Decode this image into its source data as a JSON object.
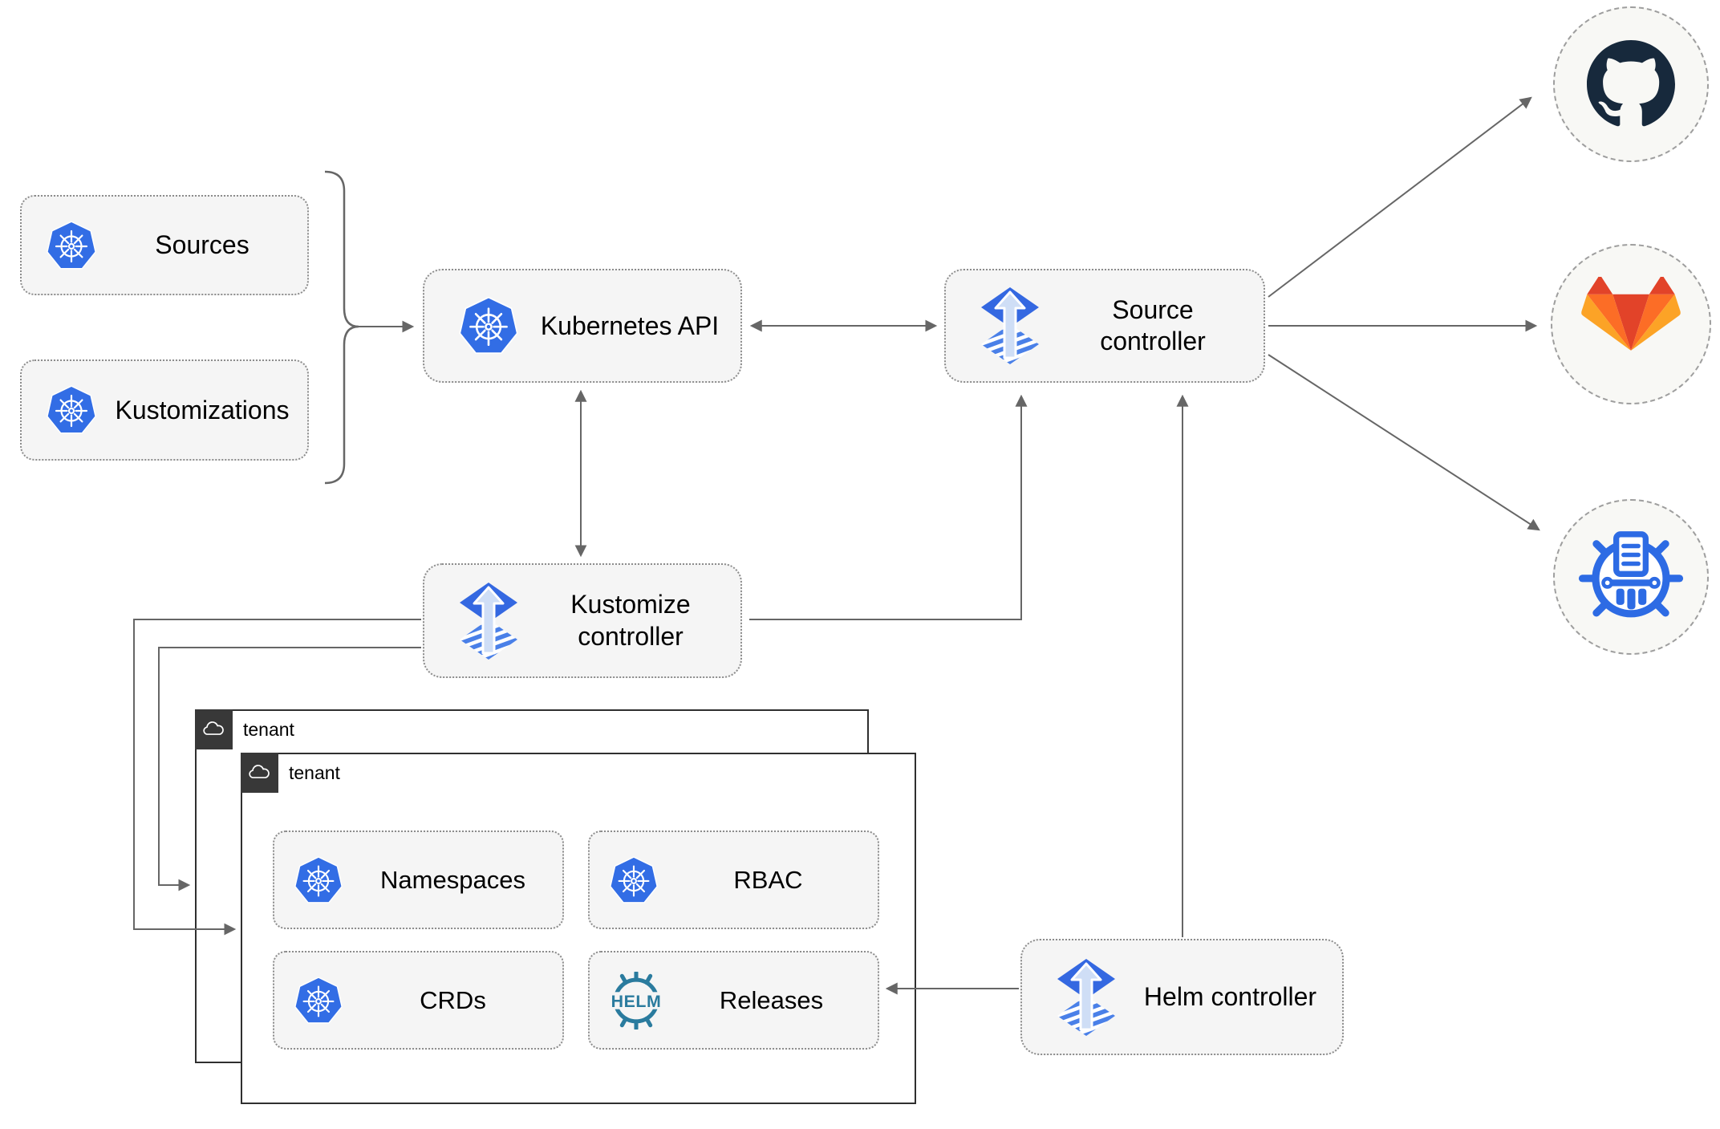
{
  "diagram": {
    "sources": "Sources",
    "kustomizations": "Kustomizations",
    "kubernetes_api": "Kubernetes API",
    "source_controller": "Source controller",
    "kustomize_controller": "Kustomize controller",
    "helm_controller": "Helm controller",
    "tenant_back_label": "tenant",
    "tenant_front_label": "tenant",
    "namespaces": "Namespaces",
    "rbac": "RBAC",
    "crds": "CRDs",
    "releases": "Releases",
    "helm_logo_text": "HELM"
  },
  "icons": {
    "kubernetes": "kubernetes-wheel-icon",
    "flux": "flux-diamond-arrow-icon",
    "helm": "helm-wheel-icon",
    "github": "github-octocat-icon",
    "gitlab": "gitlab-fox-icon",
    "harbor": "harbor-registry-icon",
    "cloud": "cloud-icon"
  },
  "colors": {
    "kubernetes_blue": "#326de5",
    "flux_blue": "#3468e1",
    "flux_light_arrow": "#cfdef6",
    "flux_stripe": "#4a80e8",
    "helm_teal": "#2a7b9e",
    "github_dark": "#17293c",
    "gitlab_dark_orange": "#e24329",
    "gitlab_orange": "#fc6d26",
    "gitlab_light_orange": "#fca326",
    "harbor_blue": "#2d6be4",
    "line_gray": "#666666",
    "node_fill": "#f5f5f5",
    "node_border": "#8c8c8c",
    "tenant_border": "#2f2f2f",
    "tenant_tag_bg": "#383838",
    "satellite_fill": "#f8f8f5"
  }
}
